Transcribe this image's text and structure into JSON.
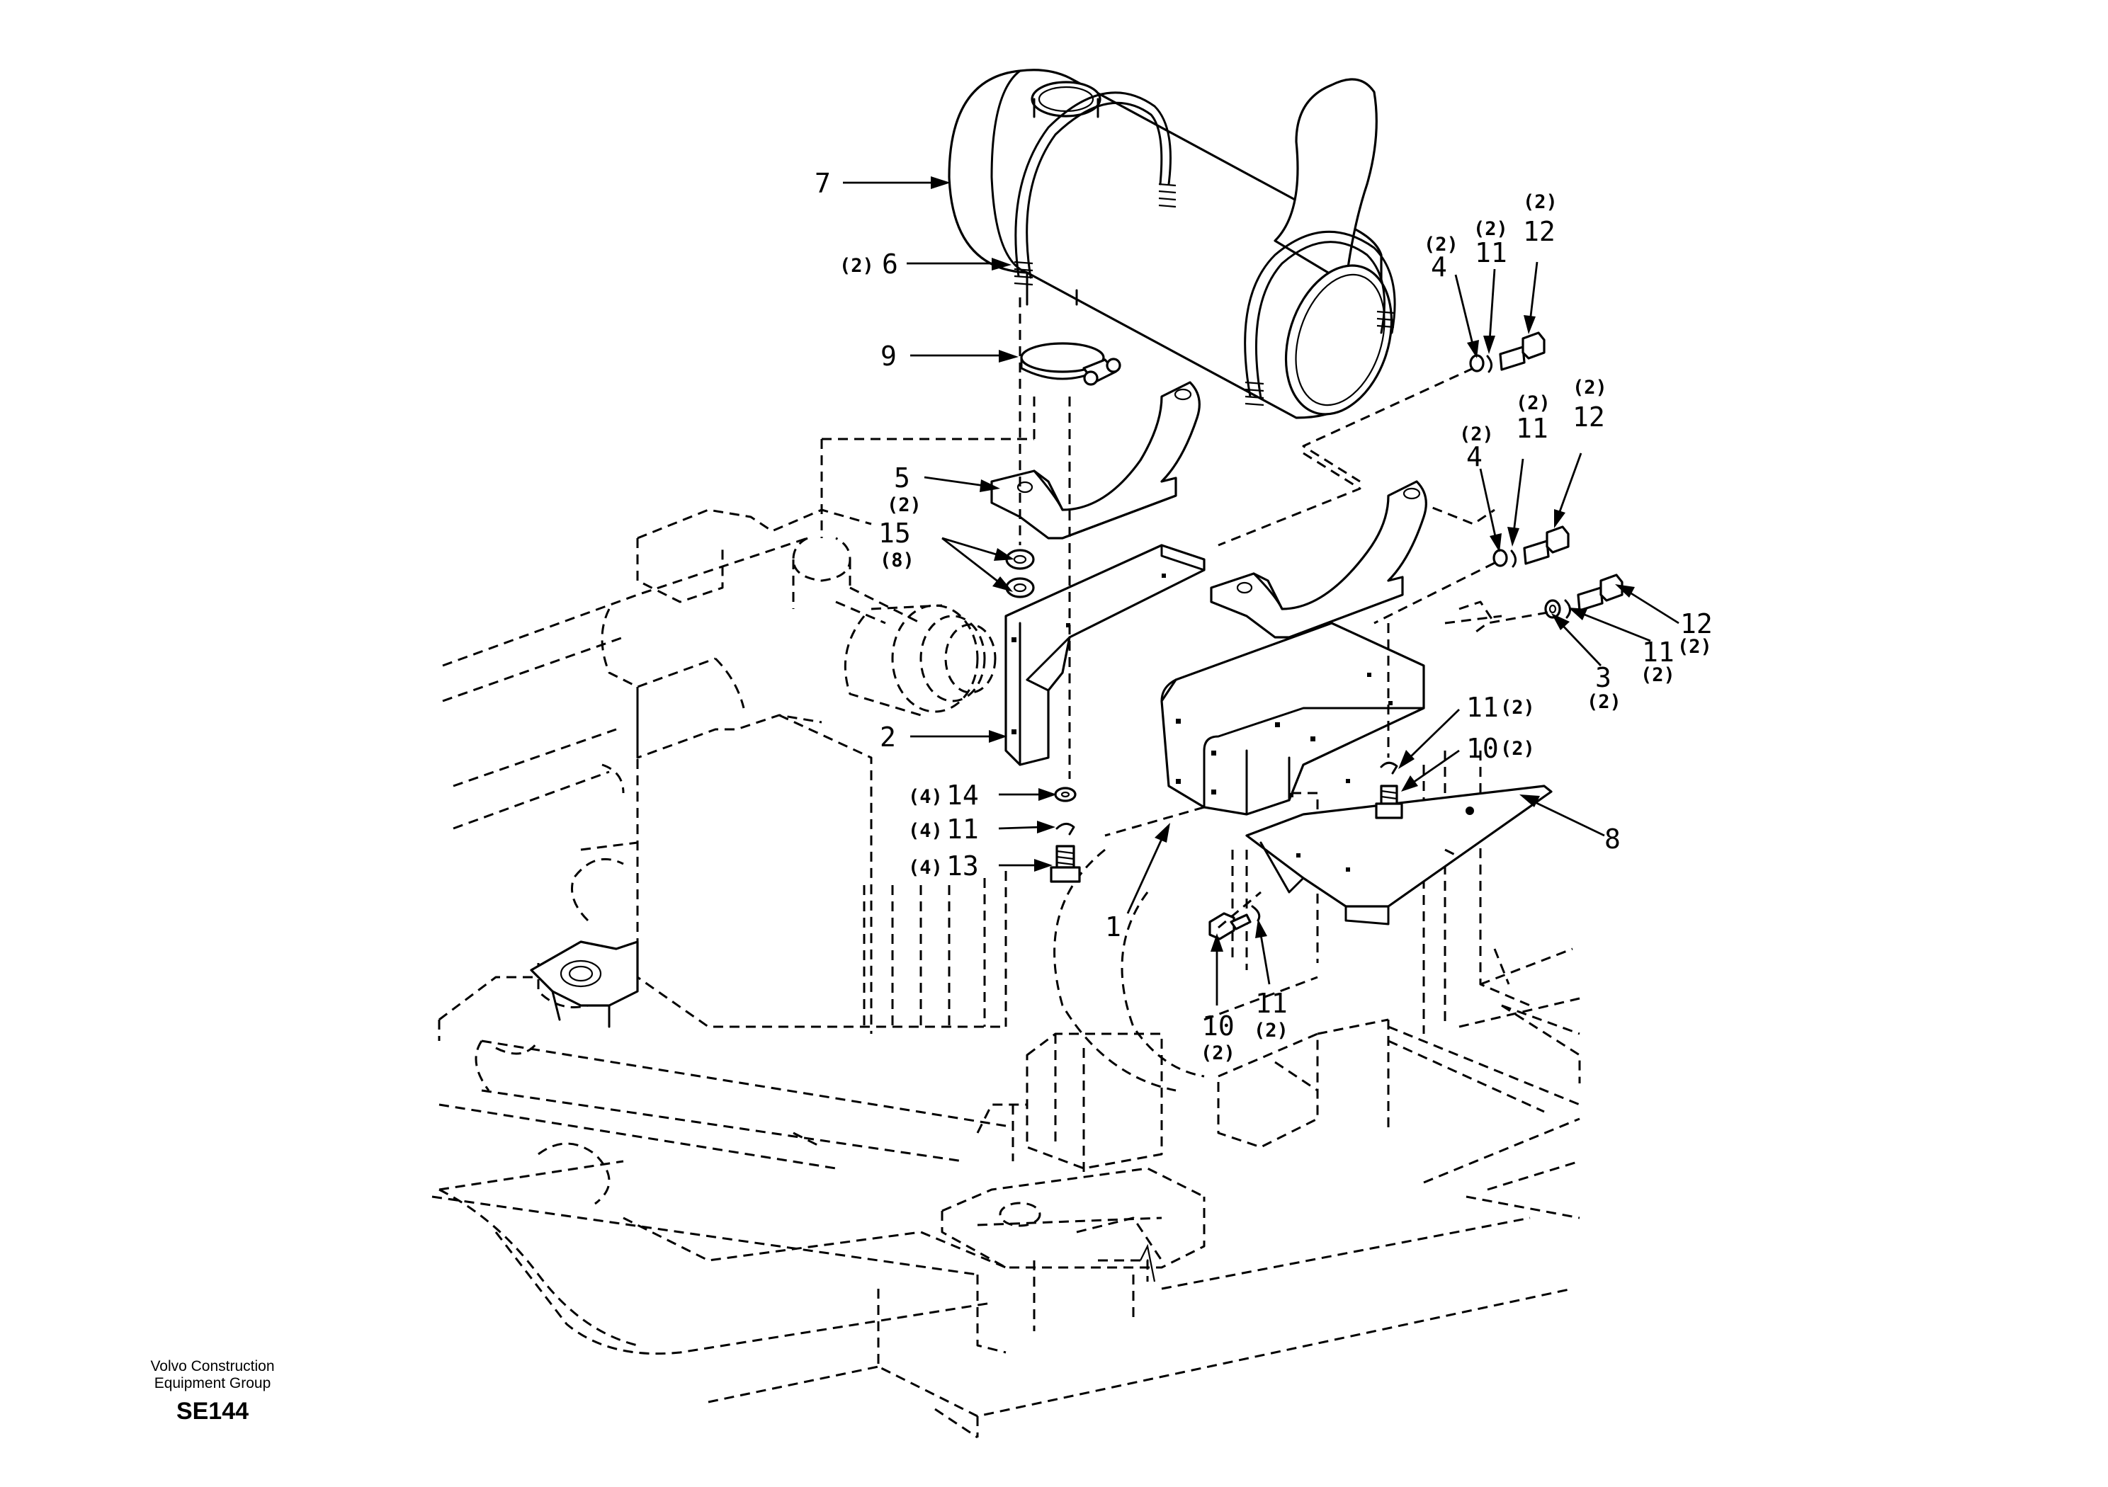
{
  "footer": {
    "company_line1": "Volvo Construction",
    "company_line2": "Equipment Group",
    "drawing_code": "SE144"
  },
  "callouts": [
    {
      "id": "c7",
      "num": "7",
      "qty": ""
    },
    {
      "id": "c6",
      "num": "6",
      "qty": "(2)"
    },
    {
      "id": "c9",
      "num": "9",
      "qty": ""
    },
    {
      "id": "c5",
      "num": "5",
      "qty": "(2)"
    },
    {
      "id": "c15",
      "num": "15",
      "qty": "(8)"
    },
    {
      "id": "c2",
      "num": "2",
      "qty": ""
    },
    {
      "id": "c14",
      "num": "14",
      "qty": "(4)"
    },
    {
      "id": "c11a",
      "num": "11",
      "qty": "(4)"
    },
    {
      "id": "c13",
      "num": "13",
      "qty": "(4)"
    },
    {
      "id": "c1",
      "num": "1",
      "qty": ""
    },
    {
      "id": "c10a",
      "num": "10",
      "qty": "(2)"
    },
    {
      "id": "c11b",
      "num": "11",
      "qty": "(2)"
    },
    {
      "id": "c11c",
      "num": "11",
      "qty": "(2)"
    },
    {
      "id": "c10b",
      "num": "10",
      "qty": "(2)"
    },
    {
      "id": "c8",
      "num": "8",
      "qty": ""
    },
    {
      "id": "c4a",
      "num": "4",
      "qty": "(2)"
    },
    {
      "id": "c11d",
      "num": "11",
      "qty": "(2)"
    },
    {
      "id": "c12a",
      "num": "12",
      "qty": "(2)"
    },
    {
      "id": "c4b",
      "num": "4",
      "qty": "(2)"
    },
    {
      "id": "c11e",
      "num": "11",
      "qty": "(2)"
    },
    {
      "id": "c12b",
      "num": "12",
      "qty": "(2)"
    },
    {
      "id": "c12c",
      "num": "12",
      "qty": "(2)"
    },
    {
      "id": "c11f",
      "num": "11",
      "qty": "(2)"
    },
    {
      "id": "c3",
      "num": "3",
      "qty": "(2)"
    }
  ]
}
